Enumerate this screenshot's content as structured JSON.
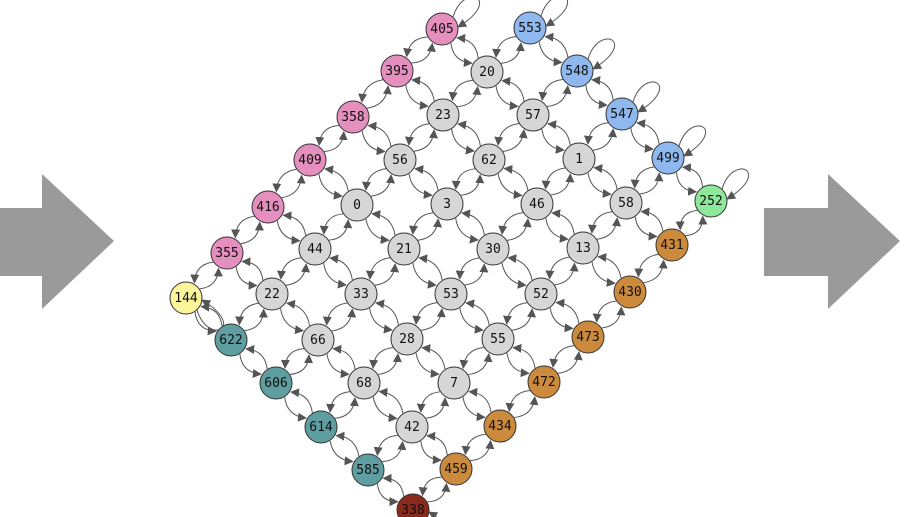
{
  "colors": {
    "grey": "#d6d6d6",
    "pink": "#e48fbe",
    "blue": "#8fb8ee",
    "green": "#8ee89a",
    "orange": "#cc8a3c",
    "teal": "#5f9ea0",
    "yellow": "#fbf59b",
    "darkred": "#8b2a1a",
    "edge": "#555555",
    "arrow_shape": "#9a9a9a"
  },
  "shapes": [
    "left-arrow-shape",
    "right-arrow-shape"
  ],
  "nodes": [
    {
      "label": "405",
      "color": "pink"
    },
    {
      "label": "553",
      "color": "blue"
    },
    {
      "label": "395",
      "color": "pink"
    },
    {
      "label": "20",
      "color": "grey"
    },
    {
      "label": "548",
      "color": "blue"
    },
    {
      "label": "358",
      "color": "pink"
    },
    {
      "label": "23",
      "color": "grey"
    },
    {
      "label": "57",
      "color": "grey"
    },
    {
      "label": "547",
      "color": "blue"
    },
    {
      "label": "409",
      "color": "pink"
    },
    {
      "label": "56",
      "color": "grey"
    },
    {
      "label": "62",
      "color": "grey"
    },
    {
      "label": "1",
      "color": "grey"
    },
    {
      "label": "499",
      "color": "blue"
    },
    {
      "label": "416",
      "color": "pink"
    },
    {
      "label": "0",
      "color": "grey"
    },
    {
      "label": "3",
      "color": "grey"
    },
    {
      "label": "46",
      "color": "grey"
    },
    {
      "label": "58",
      "color": "grey"
    },
    {
      "label": "252",
      "color": "green"
    },
    {
      "label": "355",
      "color": "pink"
    },
    {
      "label": "44",
      "color": "grey"
    },
    {
      "label": "21",
      "color": "grey"
    },
    {
      "label": "30",
      "color": "grey"
    },
    {
      "label": "13",
      "color": "grey"
    },
    {
      "label": "431",
      "color": "orange"
    },
    {
      "label": "144",
      "color": "yellow"
    },
    {
      "label": "22",
      "color": "grey"
    },
    {
      "label": "33",
      "color": "grey"
    },
    {
      "label": "53",
      "color": "grey"
    },
    {
      "label": "52",
      "color": "grey"
    },
    {
      "label": "430",
      "color": "orange"
    },
    {
      "label": "622",
      "color": "teal"
    },
    {
      "label": "66",
      "color": "grey"
    },
    {
      "label": "28",
      "color": "grey"
    },
    {
      "label": "55",
      "color": "grey"
    },
    {
      "label": "473",
      "color": "orange"
    },
    {
      "label": "606",
      "color": "teal"
    },
    {
      "label": "68",
      "color": "grey"
    },
    {
      "label": "7",
      "color": "grey"
    },
    {
      "label": "472",
      "color": "orange"
    },
    {
      "label": "614",
      "color": "teal"
    },
    {
      "label": "42",
      "color": "grey"
    },
    {
      "label": "434",
      "color": "orange"
    },
    {
      "label": "585",
      "color": "teal"
    },
    {
      "label": "459",
      "color": "orange"
    },
    {
      "label": "338",
      "color": "darkred"
    }
  ]
}
